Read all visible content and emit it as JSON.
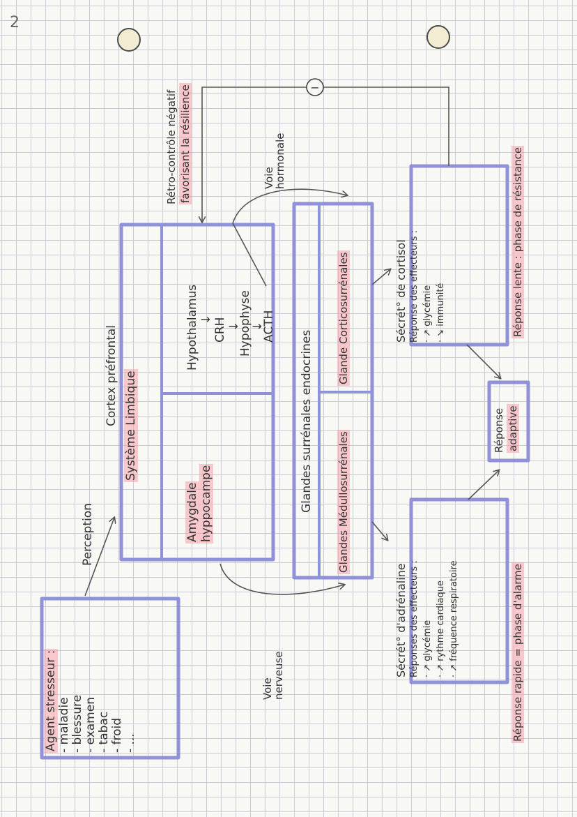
{
  "page_number": "2",
  "colors": {
    "box_border": "#8f92d8",
    "line": "#555555",
    "highlight": "#f7a0aa"
  },
  "stressors": {
    "title": "Agent stresseur :",
    "items": [
      "- maladie",
      "- blessure",
      "- examen",
      "- tabac",
      "- froid",
      "- ..."
    ]
  },
  "perception_label": "Perception",
  "cortex_label": "Cortex préfrontal",
  "limbic": {
    "title": "Système Limbique",
    "left_top": "Amygdale",
    "left_bottom": "hyppocampe",
    "right_title": "Hypothalamus",
    "arrow1": "↓",
    "crh": "CRH",
    "arrow2": "↓",
    "hypophyse": "Hypophyse",
    "arrow3": "↓",
    "acth": "ACTH"
  },
  "voie_nerveuse": [
    "Voie",
    "nerveuse"
  ],
  "voie_hormonale": [
    "Voie",
    "hormonale"
  ],
  "retro": [
    "Rétro-contrôle négatif",
    "favorisant la résilience"
  ],
  "inhibition_symbol": "−",
  "glands": {
    "title": "Glandes surrénales endocrines",
    "left": "Glandes Médullosurrénales",
    "right": "Glande Corticosurrénales"
  },
  "adrenaline": {
    "title": "Sécrét° d'adrénaline",
    "subtitle": "Réponses des effecteurs :",
    "items": [
      "· ↗ glycémie",
      "· ↗ rythme cardiaque",
      "· ↗ fréquence respiratoire"
    ]
  },
  "cortisol": {
    "title": "Sécrét° de cortisol",
    "subtitle": "Réponse des effecteurs :",
    "items": [
      "· ↗ glycémie",
      "· ↘ immunité"
    ]
  },
  "adaptive": [
    "Réponse",
    "adaptive"
  ],
  "rapid": "Réponse rapide = phase d'alarme",
  "slow": "Réponse lente : phase de résistance"
}
